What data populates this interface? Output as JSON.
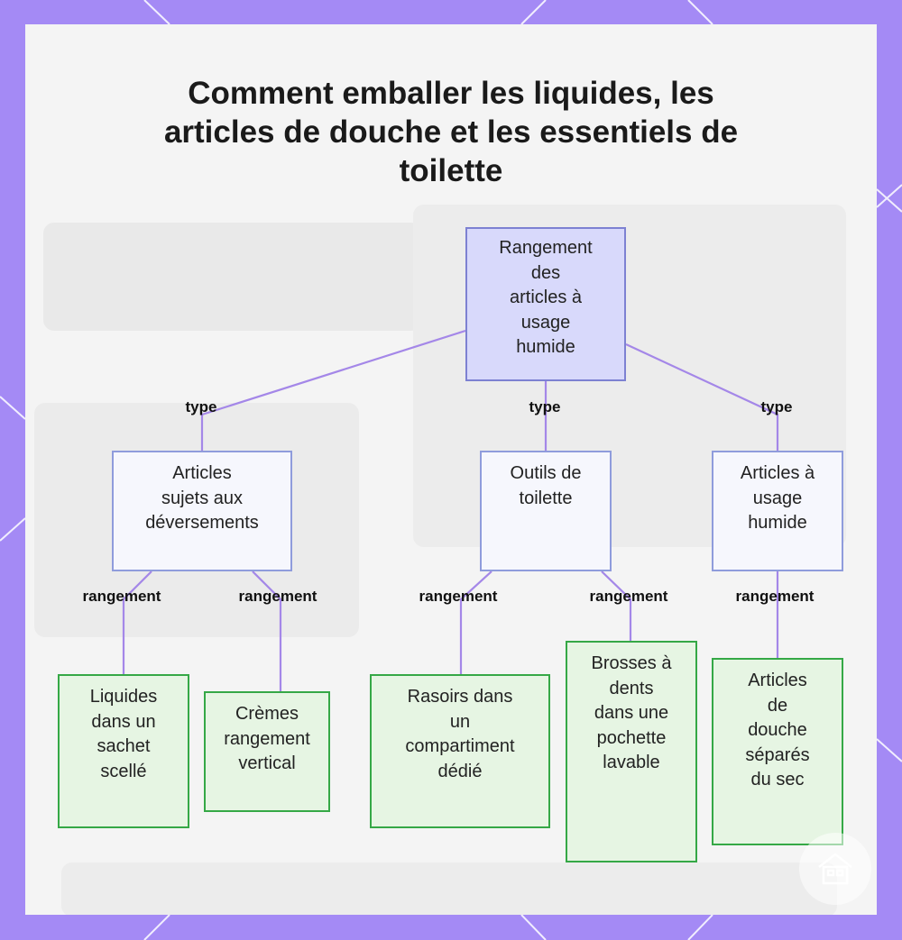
{
  "title": "Comment emballer les liquides, les articles de douche et les essentiels de toilette",
  "colors": {
    "frame": "#a48af5",
    "edge": "#a487e8",
    "root_fill": "#d8d9fb",
    "root_border": "#7d81d2",
    "category_fill": "#f6f7fd",
    "category_border": "#8f9cdc",
    "leaf_fill": "#e6f5e3",
    "leaf_border": "#35a846"
  },
  "root": {
    "id": "root",
    "lines": [
      "Rangement",
      "des",
      "articles à",
      "usage",
      "humide"
    ]
  },
  "categories": [
    {
      "id": "cat1",
      "lines": [
        "Articles",
        "sujets aux",
        "déversements"
      ]
    },
    {
      "id": "cat2",
      "lines": [
        "Outils de",
        "toilette"
      ]
    },
    {
      "id": "cat3",
      "lines": [
        "Articles à",
        "usage",
        "humide"
      ]
    }
  ],
  "leaves": [
    {
      "id": "leaf1",
      "lines": [
        "Liquides",
        "dans un",
        "sachet",
        "scellé"
      ]
    },
    {
      "id": "leaf2",
      "lines": [
        "Crèmes",
        "rangement",
        "vertical"
      ]
    },
    {
      "id": "leaf3",
      "lines": [
        "Rasoirs dans",
        "un",
        "compartiment",
        "dédié"
      ]
    },
    {
      "id": "leaf4",
      "lines": [
        "Brosses à",
        "dents",
        "dans une",
        "pochette",
        "lavable"
      ]
    },
    {
      "id": "leaf5",
      "lines": [
        "Articles",
        "de",
        "douche",
        "séparés",
        "du sec"
      ]
    }
  ],
  "edges": [
    {
      "from": "root",
      "to": "cat1",
      "label": "type"
    },
    {
      "from": "root",
      "to": "cat2",
      "label": "type"
    },
    {
      "from": "root",
      "to": "cat3",
      "label": "type"
    },
    {
      "from": "cat1",
      "to": "leaf1",
      "label": "rangement"
    },
    {
      "from": "cat1",
      "to": "leaf2",
      "label": "rangement"
    },
    {
      "from": "cat2",
      "to": "leaf3",
      "label": "rangement"
    },
    {
      "from": "cat2",
      "to": "leaf4",
      "label": "rangement"
    },
    {
      "from": "cat3",
      "to": "leaf5",
      "label": "rangement"
    }
  ],
  "badge_icon": "house-icon"
}
